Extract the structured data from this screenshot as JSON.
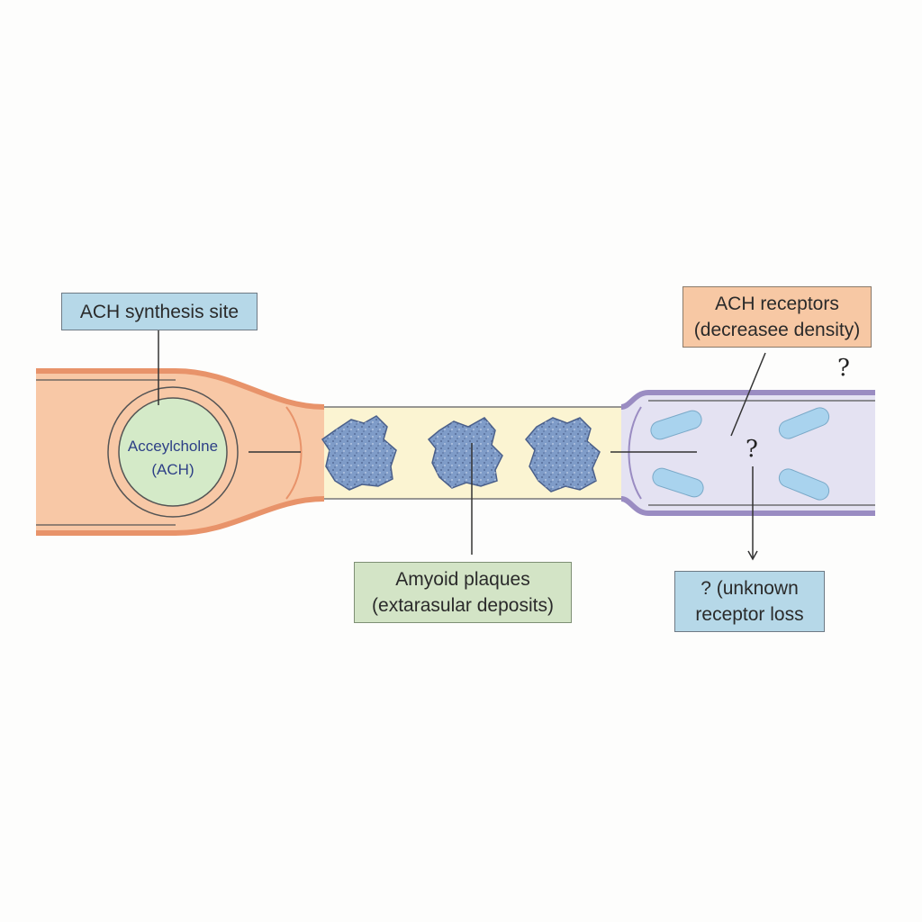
{
  "labels": {
    "ach_synthesis": "ACH synthesis site",
    "acetylcholine_line1": "Acceylcholne",
    "acetylcholine_line2": "(ACH)",
    "receptors_line1": "ACH receptors",
    "receptors_line2": "(decreasee density)",
    "amyloid_line1": "Amyoid plaques",
    "amyloid_line2": "(extarasular deposits)",
    "unknown_line1": "? (unknown",
    "unknown_line2": "receptor loss",
    "question_top": "?",
    "question_mid": "?"
  },
  "colors": {
    "presynaptic_fill": "#f8c8a6",
    "presynaptic_stroke": "#e8936a",
    "vesicle_fill": "#d4eac8",
    "cleft_fill": "#fbf4d2",
    "postsynaptic_fill": "#e4e2f2",
    "postsynaptic_stroke": "#9a8cc2",
    "receptor_fill": "#a9d3ee",
    "plaque_fill": "#7f9cc8",
    "blue_box": "#b6d8e8",
    "orange_box": "#f7c8a4",
    "green_box": "#d3e4c6"
  }
}
